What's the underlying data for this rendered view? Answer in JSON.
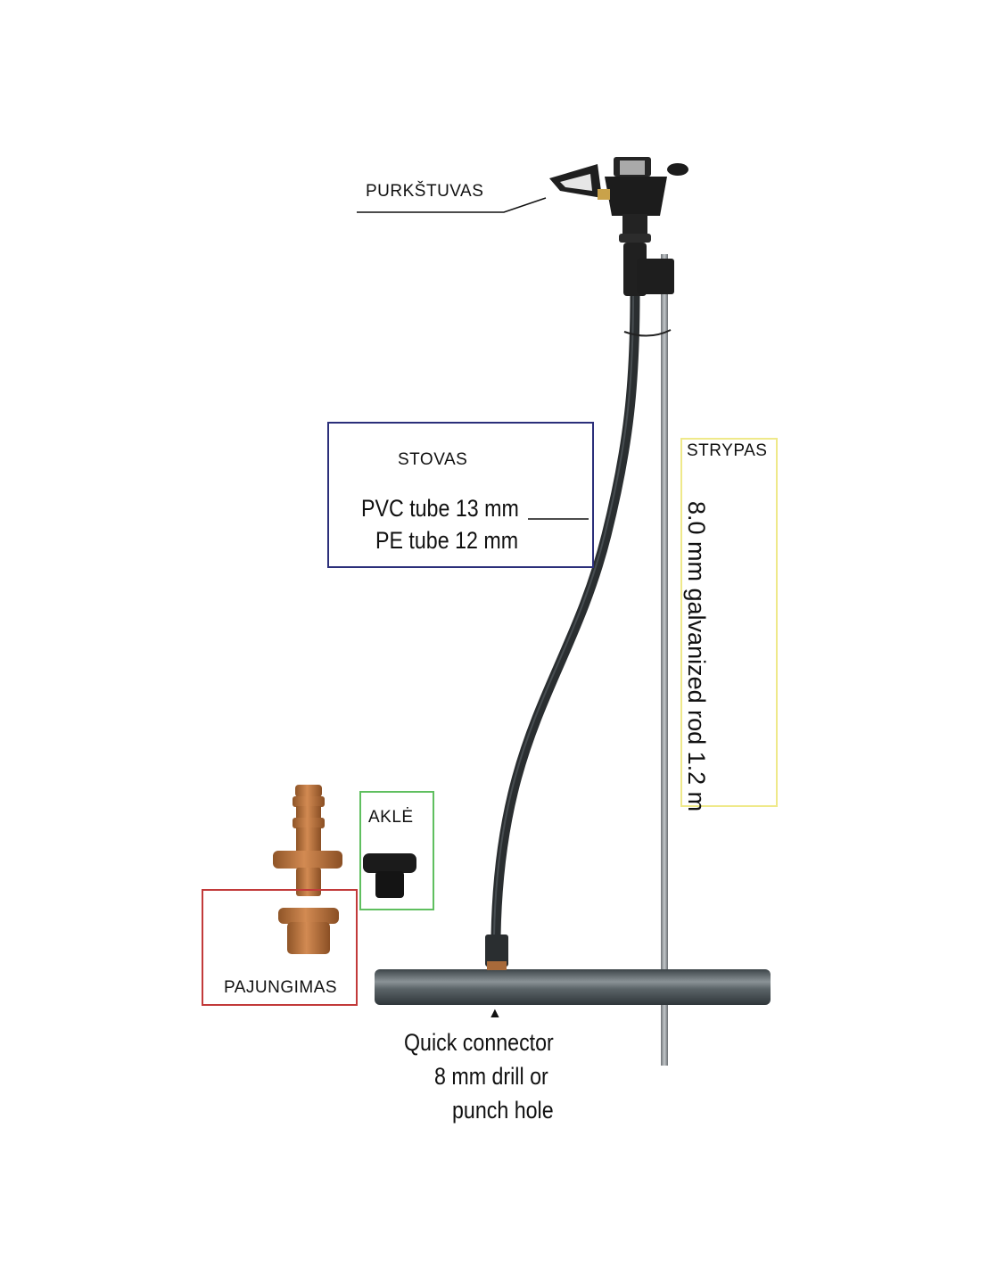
{
  "labels": {
    "sprinkler": "PURKŠTUVAS",
    "riser_title": "STOVAS",
    "riser_line1": "PVC tube 13 mm",
    "riser_line2": "PE tube 12 mm",
    "rod_title": "STRYPAS",
    "rod_spec": "8.0 mm galvanized rod  1.2 m",
    "plug": "AKLĖ",
    "connector": "PAJUNGIMAS",
    "quick_line1": "Quick connector",
    "quick_line2": "8 mm drill or",
    "quick_line3": "punch hole",
    "arrow_glyph": "▲"
  },
  "colors": {
    "riser_box_border": "#2b2f7a",
    "rod_box_border": "#efe98a",
    "plug_box_border": "#5fbf5f",
    "connector_box_border": "#c23a3a",
    "hose": "#2a2e30",
    "pipe": "#4a5358",
    "rod": "#8d9296",
    "fitting_brown": "#b3733f",
    "plug_black": "#1b1b1b"
  },
  "icons": [
    "sprinkler-head-icon",
    "riser-hose-icon",
    "support-rod-icon",
    "lateral-pipe-icon",
    "barbed-connector-icon",
    "grommet-icon",
    "end-plug-icon"
  ]
}
